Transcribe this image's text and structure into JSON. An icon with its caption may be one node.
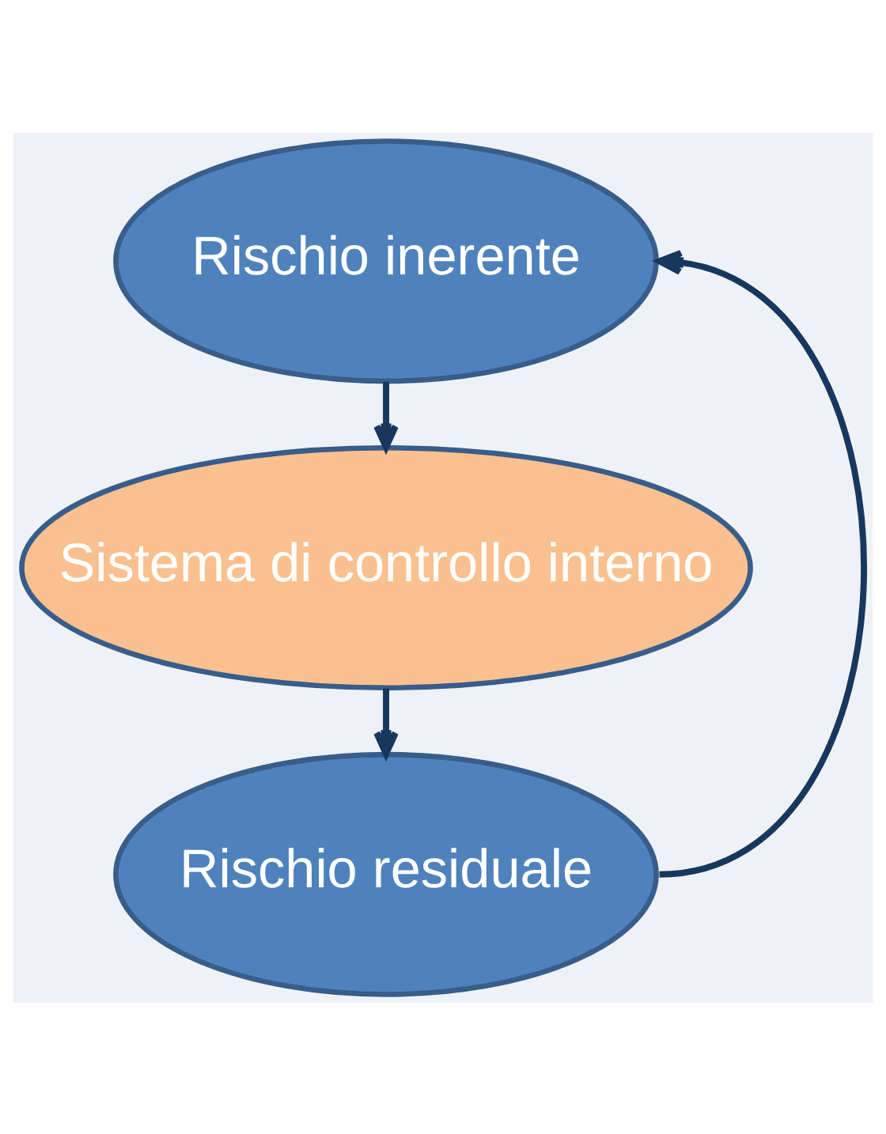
{
  "diagram": {
    "nodes": [
      {
        "text": [
          "Rischio inerente"
        ]
      },
      {
        "text": [
          "Sistema di controllo interno"
        ]
      },
      {
        "text": [
          "Rischio residuale"
        ]
      }
    ],
    "edges": [
      {
        "from": 0,
        "to": 1,
        "arrow": "to"
      },
      {
        "from": 1,
        "to": 2,
        "arrow": "to"
      },
      {
        "from": 2,
        "to": 0,
        "arrow": "to"
      }
    ]
  }
}
